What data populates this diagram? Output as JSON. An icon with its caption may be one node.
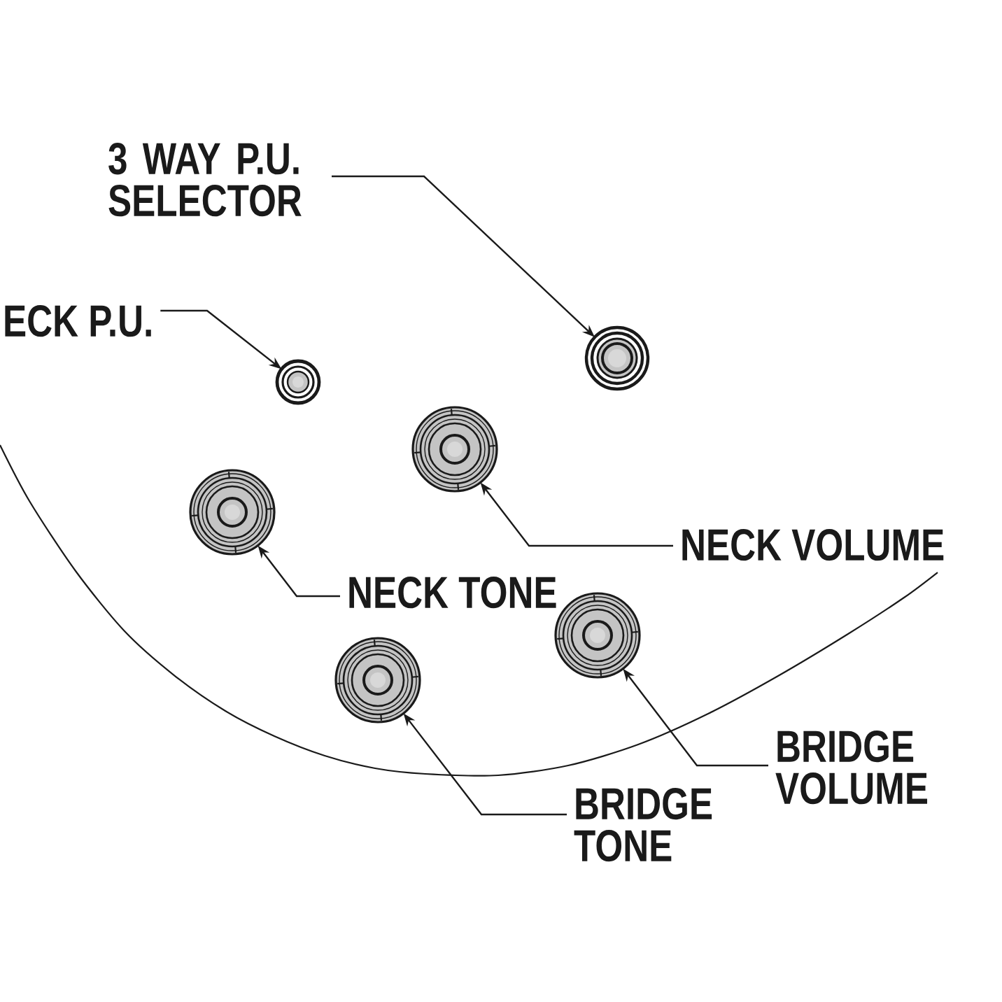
{
  "diagram": {
    "nodes": [
      {
        "text": [
          "3 WAY P.U. SELECTOR"
        ]
      },
      {
        "text": [],
        "shape": "circle"
      },
      {
        "text": [
          "ECK P.U."
        ]
      },
      {
        "text": [],
        "shape": "circle"
      },
      {
        "text": [],
        "shape": "circle"
      },
      {
        "text": [],
        "shape": "circle"
      },
      {
        "text": [
          "NECK VOLUME"
        ]
      },
      {
        "text": [
          "NECK TONE"
        ]
      },
      {
        "text": [],
        "shape": "circle"
      },
      {
        "text": [],
        "shape": "circle"
      },
      {
        "text": [
          "BRIDGE VOLUME"
        ]
      },
      {
        "text": [
          "BRIDGE TONE"
        ]
      }
    ],
    "edges": [
      {
        "from": 0,
        "to": 1,
        "arrow": "to"
      },
      {
        "from": 2,
        "to": 3,
        "arrow": "to"
      },
      {
        "from": 6,
        "to": 4,
        "arrow": "to"
      },
      {
        "from": 7,
        "to": 5,
        "arrow": "to"
      },
      {
        "from": 10,
        "to": 8,
        "arrow": "to"
      },
      {
        "from": 11,
        "to": 9,
        "arrow": "to"
      }
    ]
  }
}
